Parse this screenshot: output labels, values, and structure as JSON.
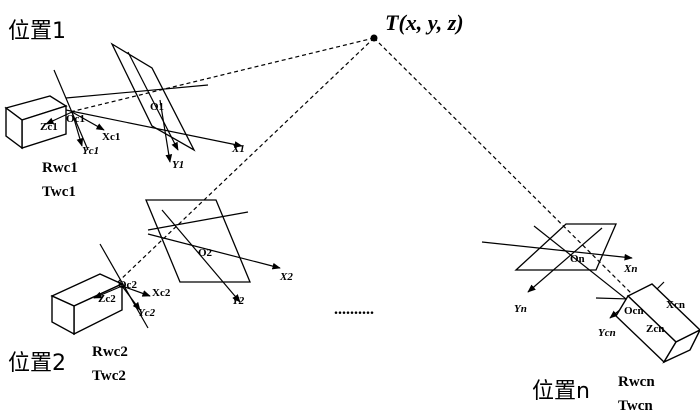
{
  "target_point": {
    "label": "T(x, y, z)"
  },
  "ellipsis": "..........",
  "positions": [
    {
      "name": "位置1",
      "camera_origin": "Oc1",
      "axis_x": "Xc1",
      "axis_y": "Yc1",
      "axis_z": "Zc1",
      "plane_origin": "O1",
      "plane_x": "X1",
      "plane_y": "Y1",
      "rotation": "Rwc1",
      "translation": "Twc1"
    },
    {
      "name": "位置2",
      "camera_origin": "Oc2",
      "axis_x": "Xc2",
      "axis_y": "Yc2",
      "axis_z": "Zc2",
      "plane_origin": "O2",
      "plane_x": "X2",
      "plane_y": "Y2",
      "rotation": "Rwc2",
      "translation": "Twc2"
    },
    {
      "name": "位置n",
      "camera_origin": "Ocn",
      "axis_x": "Xcn",
      "axis_y": "Ycn",
      "axis_z": "Zcn",
      "plane_origin": "On",
      "plane_x": "Xn",
      "plane_y": "Yn",
      "rotation": "Rwcn",
      "translation": "Twcn"
    }
  ]
}
